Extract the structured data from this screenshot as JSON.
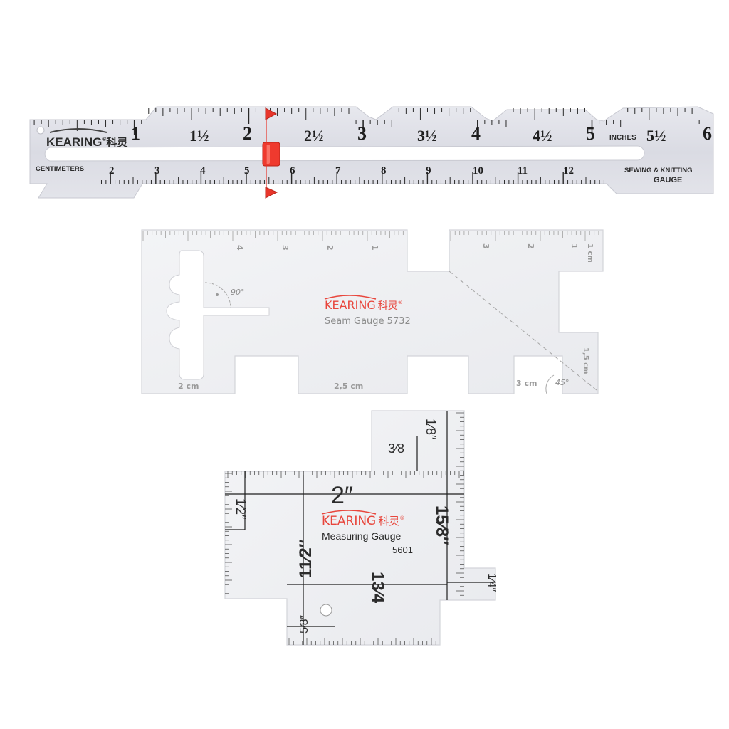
{
  "brand": {
    "name": "KEARING",
    "chinese": "科灵",
    "reg": "®",
    "color": "#e8463c"
  },
  "sliding_gauge": {
    "inch_numbers": [
      "1",
      "2",
      "3",
      "4",
      "5",
      "6"
    ],
    "half_labels": [
      "1½",
      "2½",
      "3½",
      "4½",
      "5½"
    ],
    "inches_label": "INCHES",
    "cm_label": "CENTIMETERS",
    "cm_numbers": [
      "2",
      "3",
      "4",
      "5",
      "6",
      "7",
      "8",
      "9",
      "10",
      "11",
      "12"
    ],
    "title_line1": "SEWING & KNITTING",
    "title_line2": "GAUGE",
    "slider_color": "#e8362b"
  },
  "seam_gauge": {
    "name": "Seam Gauge 5732",
    "top_left_numbers": [
      "4",
      "3",
      "2",
      "1"
    ],
    "top_right_numbers": [
      "3",
      "2",
      "1"
    ],
    "cm_label_1": "1 cm",
    "cm_label_15": "1,5 cm",
    "angle_90": "90°",
    "angle_45": "45°",
    "label_2cm": "2 cm",
    "label_25cm": "2,5 cm",
    "label_3cm": "3 cm"
  },
  "measuring_gauge": {
    "name": "Measuring Gauge",
    "number": "5601",
    "label_2in": "2″",
    "label_1_8": "1⁄8″",
    "label_3_8": "3⁄8",
    "label_1_2": "1⁄2″",
    "label_15_8": "15⁄8″",
    "label_11_2": "11⁄2″",
    "label_13_4": "13⁄4",
    "label_1_4": "1⁄4″",
    "label_5_8": "5⁄8″"
  }
}
